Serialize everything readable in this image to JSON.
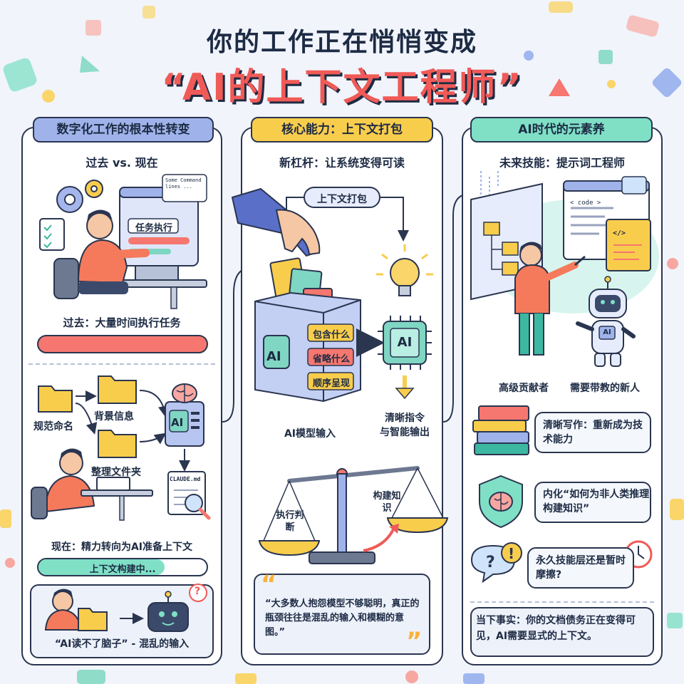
{
  "header": {
    "title_line1": "你的工作正在悄悄变成",
    "title_line2": "“AI的上下文工程师”"
  },
  "colors": {
    "accent_red": "#f05a57",
    "teal": "#5cd6c2",
    "yellow": "#f9cd4c",
    "blue": "#8fa8e6",
    "navy": "#1d2b44"
  },
  "panel_left": {
    "tag": "数字化工作的根本性转变",
    "subtitle": "过去 vs. 现在",
    "screen_label": "任务执行",
    "bubble_text": "Some Command lines ...",
    "past_caption": "过去：大量时间执行任务",
    "folder_labels": [
      "规范命名",
      "背景信息",
      "整理文件夹"
    ],
    "box_label": "AI",
    "doc_label": "CLAUDE.md",
    "present_caption": "现在：精力转向为AI准备上下文",
    "progress_label": "上下文构建中...",
    "robot_question": "?",
    "bottom_caption": "“AI读不了脑子” - 混乱的输入"
  },
  "panel_middle": {
    "tag": "核心能力：上下文打包",
    "subtitle": "新杠杆：让系统变得可读",
    "pack_label": "上下文打包",
    "box_ai": "AI",
    "box_items": [
      "包含什么",
      "省略什么",
      "顺序呈现"
    ],
    "chip_label": "AI",
    "box_caption": "AI模型输入",
    "output_caption_1": "清晰指令",
    "output_caption_2": "与智能输出",
    "scale_left": "执行判断",
    "scale_right": "构建知识",
    "quote": "“大多数人抱怨模型不够聪明，真正的瓶颈往往是混乱的输入和模糊的意图。”"
  },
  "panel_right": {
    "tag": "AI时代的元素养",
    "subtitle": "未来技能：提示词工程师",
    "code_tag": "< code >",
    "code_icon": "</>",
    "robot_badge": "AI",
    "person_caption": "高级贡献者",
    "robot_caption": "需要带教的新人",
    "skill_1": "清晰写作：重新成为技术能力",
    "skill_2": "内化“如何为非人类推理构建知识”",
    "skill_3": "永久技能层还是暂时摩擦?",
    "footer": "当下事实：你的文档债务正在变得可见，AI需要显式的上下文。"
  }
}
